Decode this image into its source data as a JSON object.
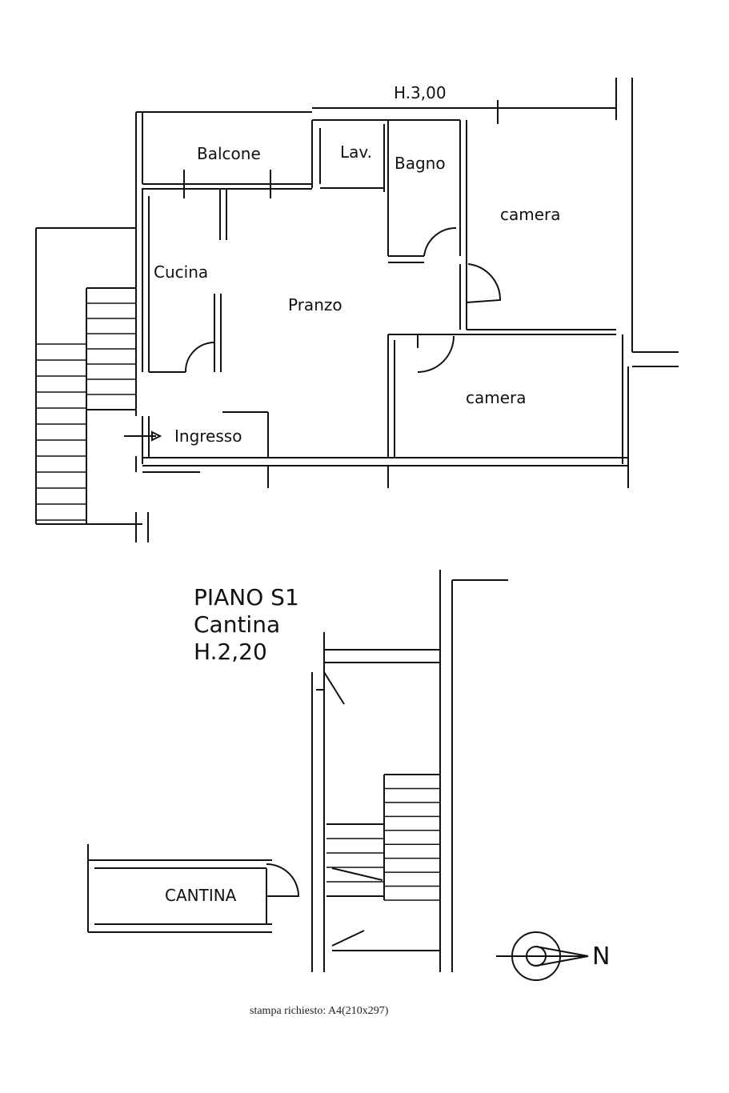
{
  "upper_floor": {
    "height_label": "H.3,00",
    "rooms": [
      "Balcone",
      "Lav.",
      "Bagno",
      "camera",
      "Cucina",
      "Pranzo",
      "camera",
      "Ingresso"
    ]
  },
  "lower_floor": {
    "title_lines": [
      "PIANO S1",
      "Cantina",
      "H.2,20"
    ],
    "room": "CANTINA"
  },
  "compass": {
    "label": "N"
  },
  "footer": "stampa richiesto: A4(210x297)"
}
